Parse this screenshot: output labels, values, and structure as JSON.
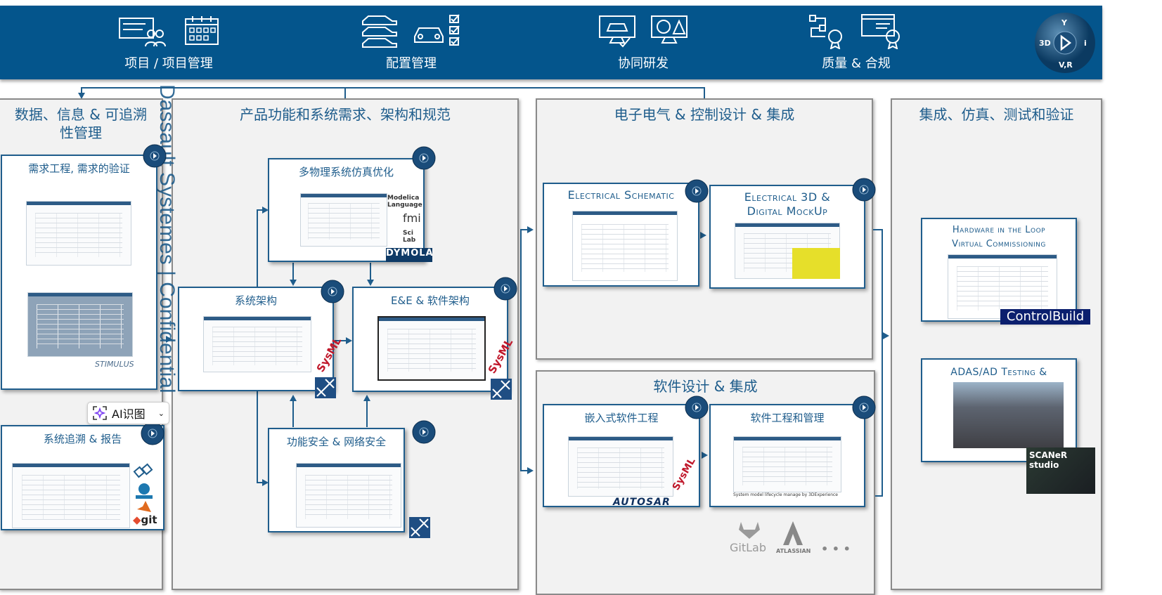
{
  "header": {
    "groups": [
      {
        "label": "项目 / 项目管理",
        "icons": [
          "project-board-icon",
          "calendar-icon"
        ]
      },
      {
        "label": "配置管理",
        "icons": [
          "car-variants-icon",
          "car-checklist-icon"
        ]
      },
      {
        "label": "协同研发",
        "icons": [
          "car-monitor-icon",
          "monitor-warning-icon"
        ]
      },
      {
        "label": "质量 & 合规",
        "icons": [
          "process-award-icon",
          "document-award-icon"
        ]
      }
    ],
    "compass": "3dexperience-compass-icon"
  },
  "columns": {
    "data": "数据、信息 & 可追溯性管理",
    "product": "产品功能和系统需求、架构和规范",
    "ee": "电子电气 & 控制设计 & 集成",
    "software": "软件设计 & 集成",
    "integration": "集成、仿真、测试和验证"
  },
  "cards": {
    "requirements": "需求工程, 需求的验证",
    "traceability": "系统追溯 & 报告",
    "multiphysics": "多物理系统仿真优化",
    "sysarch": "系统架构",
    "eearch": "E&E & 软件架构",
    "safety": "功能安全 & 网络安全",
    "schematic": "Electrical Schematic",
    "mockup": "Electrical 3D & Digital MockUp",
    "embedded": "嵌入式软件工程",
    "swmgmt": "软件工程和管理",
    "hil": "Hardware in the Loop Virtual Commissioning",
    "adas": "ADAS/AD Testing &"
  },
  "logos": {
    "stimulus": "STIMULUS",
    "git": "git",
    "modelica": "Modelica Language",
    "fmi": "fmi",
    "scilab": "Sci Lab",
    "dymola": "DYMOLA",
    "sysml": "SysML",
    "autosar": "AUTOSAR",
    "gitlab": "GitLab",
    "atlassian": "ATLASSIAN",
    "more": "• • •",
    "controlbuild": "ControlBuild",
    "scaner": "SCANeR studio",
    "swmodel_caption": "System model lifecycle manage by 3DExperience"
  },
  "watermark": "Dassault Systemes | Confidential",
  "ai_button": {
    "label": "AI识图"
  },
  "colors": {
    "header": "#04558c",
    "accent": "#1f5d8c",
    "panel": "#f2f2f2"
  }
}
